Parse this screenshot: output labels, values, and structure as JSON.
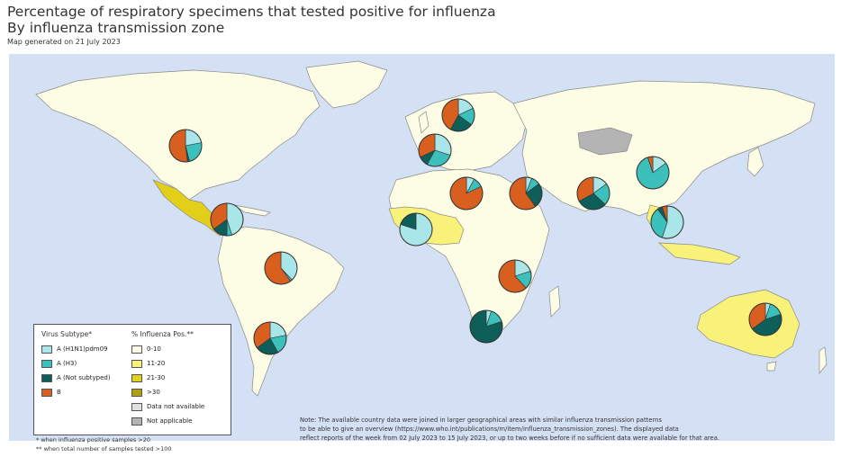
{
  "title": "Percentage of respiratory specimens that tested positive for influenza",
  "subtitle": "By influenza transmission zone",
  "generated": "Map generated on 21 July 2023",
  "colors": {
    "ocean": "#d4e0f3",
    "land": "#fdfde6",
    "pos_0_10": "#fdfde6",
    "pos_11_20": "#f9f27a",
    "pos_21_30": "#e3cf1a",
    "pos_gt30": "#b49d12",
    "not_available": "#e0e0e0",
    "not_applicable": "#b4b4b4",
    "h1n1": "#a9e6ea",
    "h3": "#3cc0bc",
    "not_subtyped": "#0e5e5a",
    "b": "#d95f1e"
  },
  "legend": {
    "subtype_title": "Virus Subtype*",
    "pos_title": "% Influenza Pos.**",
    "subtypes": [
      {
        "label": "A (H1N1)pdm09",
        "color": "#a9e6ea"
      },
      {
        "label": "A (H3)",
        "color": "#3cc0bc"
      },
      {
        "label": "A (Not subtyped)",
        "color": "#0e5e5a"
      },
      {
        "label": "B",
        "color": "#d95f1e"
      }
    ],
    "pos_classes": [
      {
        "label": "0-10",
        "color": "#fdfde6"
      },
      {
        "label": "11-20",
        "color": "#f9f27a"
      },
      {
        "label": "21-30",
        "color": "#e3cf1a"
      },
      {
        "label": ">30",
        "color": "#b49d12"
      },
      {
        "label": "Data not available",
        "color": "#e0e0e0"
      },
      {
        "label": "Not applicable",
        "color": "#b4b4b4"
      }
    ]
  },
  "footnotes": [
    "* when influenza positive samples >20",
    "** when total number of samples tested >100"
  ],
  "note_lines": [
    "Note: The available country data were joined in larger geographical areas with similar influenza transmission patterns",
    "to be able to give an overview (https://www.who.int/publications/m/item/influenza_transmission_zones). The displayed data",
    "reflect reports of the week from 02 July 2023 to 15 July 2023, or up to two weeks before if no sufficient data were available for that area."
  ],
  "zones": [
    {
      "zone": "North America",
      "shares": {
        "h1n1": 0.22,
        "h3": 0.24,
        "not_subtyped": 0.02,
        "b": 0.52
      }
    },
    {
      "zone": "Central America and Caribbean",
      "shares": {
        "h1n1": 0.45,
        "h3": 0.05,
        "not_subtyped": 0.15,
        "b": 0.35
      }
    },
    {
      "zone": "Tropical South America",
      "shares": {
        "h1n1": 0.38,
        "h3": 0.02,
        "not_subtyped": 0.0,
        "b": 0.6
      }
    },
    {
      "zone": "Temperate South America",
      "shares": {
        "h1n1": 0.22,
        "h3": 0.2,
        "not_subtyped": 0.23,
        "b": 0.35
      }
    },
    {
      "zone": "Northern Europe",
      "shares": {
        "h1n1": 0.18,
        "h3": 0.17,
        "not_subtyped": 0.23,
        "b": 0.42
      }
    },
    {
      "zone": "South West Europe",
      "shares": {
        "h1n1": 0.3,
        "h3": 0.28,
        "not_subtyped": 0.1,
        "b": 0.32
      }
    },
    {
      "zone": "Northern Africa",
      "shares": {
        "h1n1": 0.08,
        "h3": 0.1,
        "not_subtyped": 0.0,
        "b": 0.82
      }
    },
    {
      "zone": "Western Africa",
      "shares": {
        "h1n1": 0.8,
        "h3": 0.0,
        "not_subtyped": 0.2,
        "b": 0.0
      }
    },
    {
      "zone": "Western Asia",
      "shares": {
        "h1n1": 0.06,
        "h3": 0.09,
        "not_subtyped": 0.25,
        "b": 0.6
      }
    },
    {
      "zone": "Southern Asia",
      "shares": {
        "h1n1": 0.15,
        "h3": 0.22,
        "not_subtyped": 0.3,
        "b": 0.33
      }
    },
    {
      "zone": "Eastern Asia",
      "shares": {
        "h1n1": 0.15,
        "h3": 0.8,
        "not_subtyped": 0.0,
        "b": 0.05
      }
    },
    {
      "zone": "South East Asia",
      "shares": {
        "h1n1": 0.55,
        "h3": 0.35,
        "not_subtyped": 0.05,
        "b": 0.05
      }
    },
    {
      "zone": "Eastern Africa",
      "shares": {
        "h1n1": 0.2,
        "h3": 0.18,
        "not_subtyped": 0.0,
        "b": 0.62
      }
    },
    {
      "zone": "Southern Africa",
      "shares": {
        "h1n1": 0.05,
        "h3": 0.15,
        "not_subtyped": 0.8,
        "b": 0.0
      }
    },
    {
      "zone": "Oceania Melanesia Polynesia",
      "shares": {
        "h1n1": 0.05,
        "h3": 0.15,
        "not_subtyped": 0.45,
        "b": 0.35
      }
    }
  ]
}
